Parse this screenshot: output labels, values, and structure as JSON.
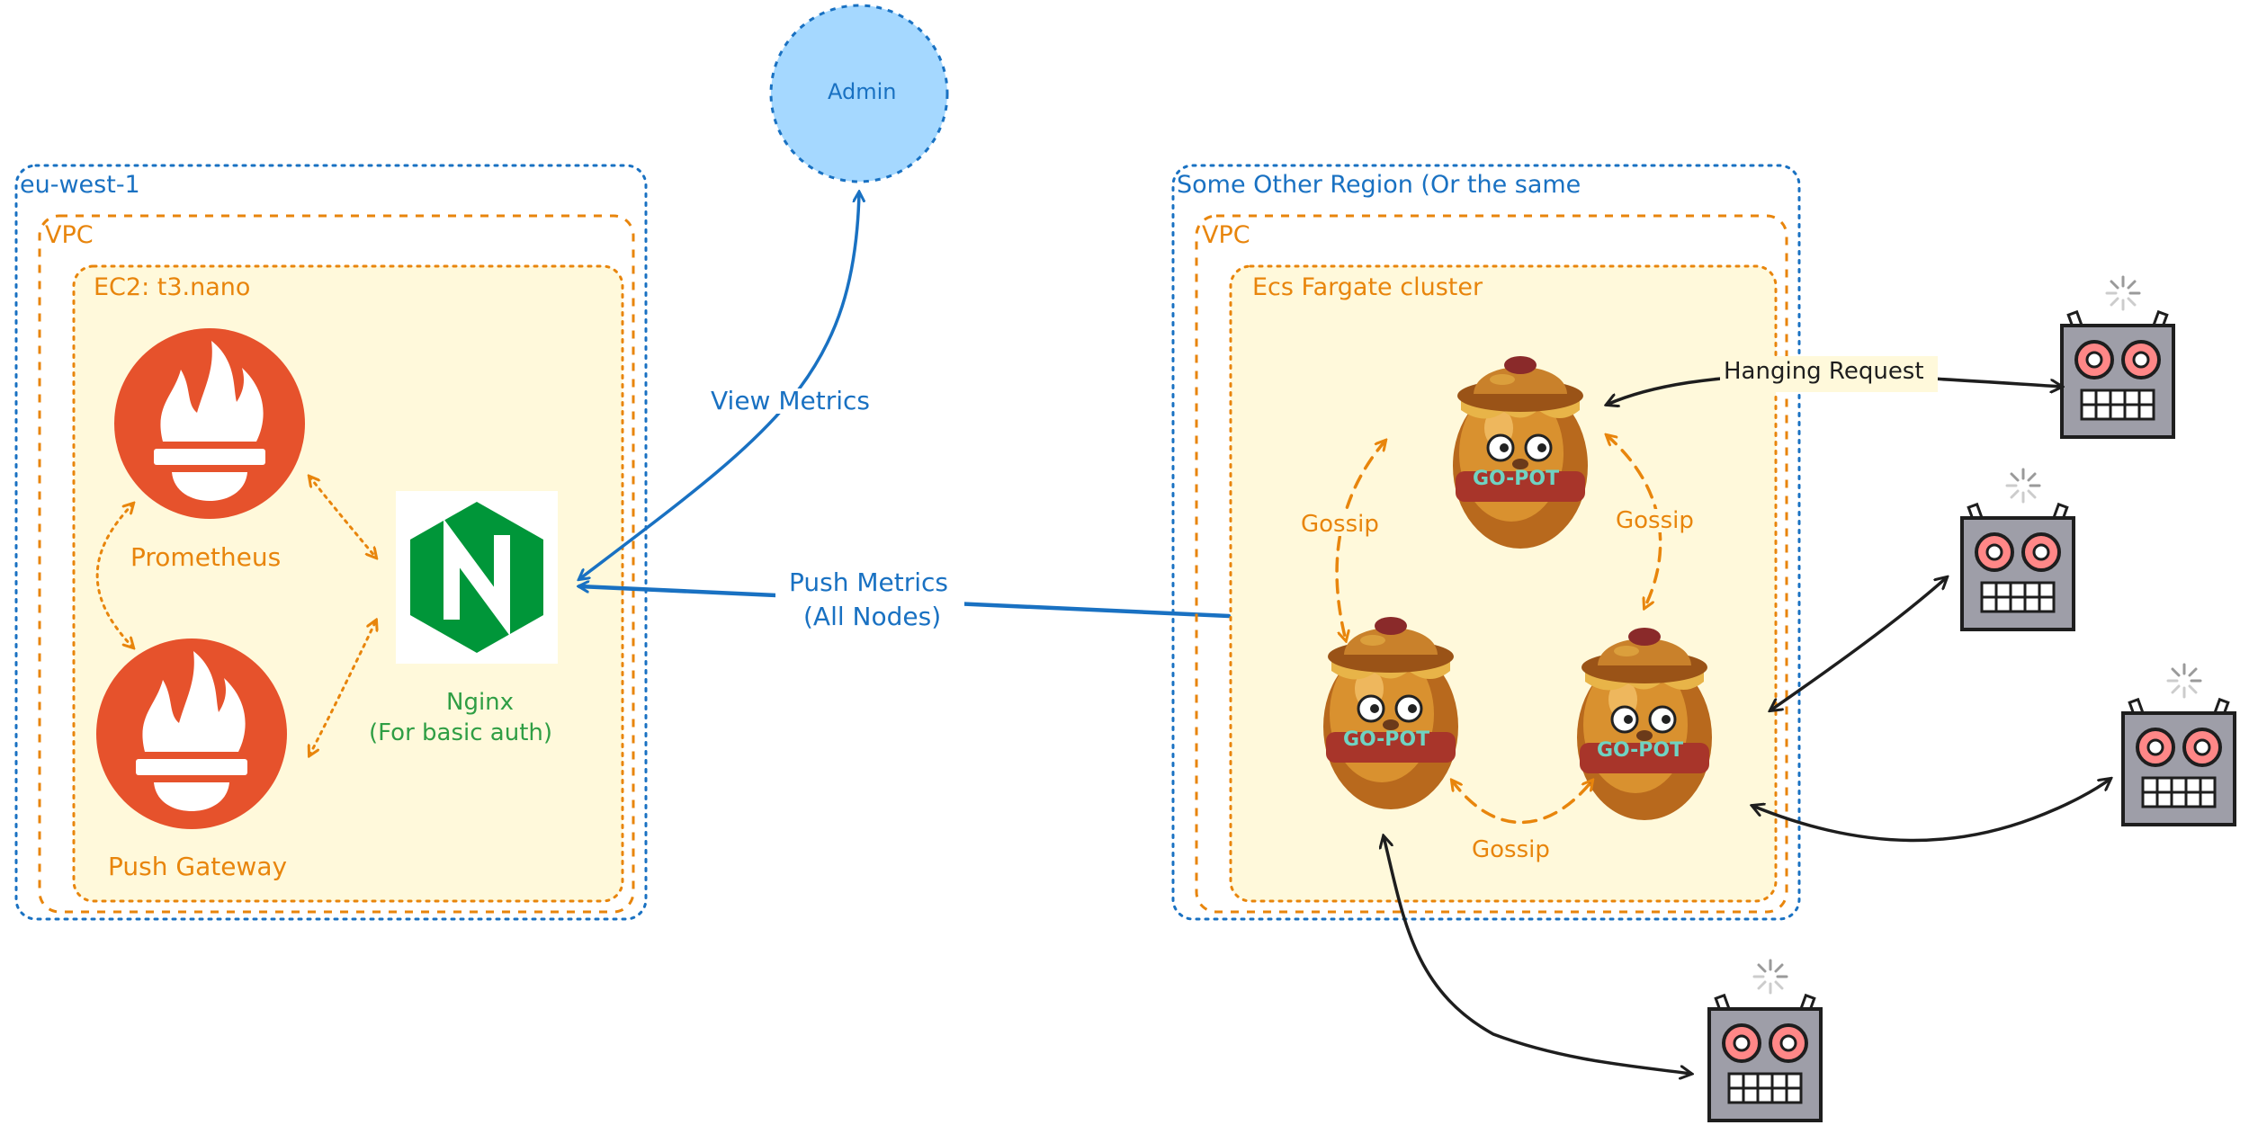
{
  "labels": {
    "left_region": "eu-west-1",
    "left_vpc": "VPC",
    "ec2": "EC2: t3.nano",
    "prometheus": "Prometheus",
    "push_gateway": "Push Gateway",
    "nginx_line1": "Nginx",
    "nginx_line2": "(For basic auth)",
    "admin": "Admin",
    "view_metrics": "View Metrics",
    "push_metrics_line1": "Push Metrics",
    "push_metrics_line2": "(All Nodes)",
    "right_region": "Some Other Region (Or the same",
    "right_vpc": "VPC",
    "ecs": "Ecs Fargate cluster",
    "gossip_left": "Gossip",
    "gossip_right": "Gossip",
    "gossip_bottom": "Gossip",
    "hanging_request": "Hanging Request",
    "honeypot_text": "GO-POT"
  },
  "colors": {
    "blue": "#1971c2",
    "orange": "#e8850c",
    "green": "#2f9e44",
    "cream": "#fff9db",
    "prometheus_red": "#e6522c",
    "nginx_green": "#009639",
    "admin_fill": "#a5d8ff",
    "robot_gray": "#9e9ea8",
    "robot_eye": "#ff8787"
  },
  "icons": {
    "prometheus": "prometheus-icon",
    "push_gateway": "prometheus-icon",
    "nginx": "nginx-icon",
    "honeypot": "go-honeypot-icon",
    "robot": "robot-icon"
  }
}
